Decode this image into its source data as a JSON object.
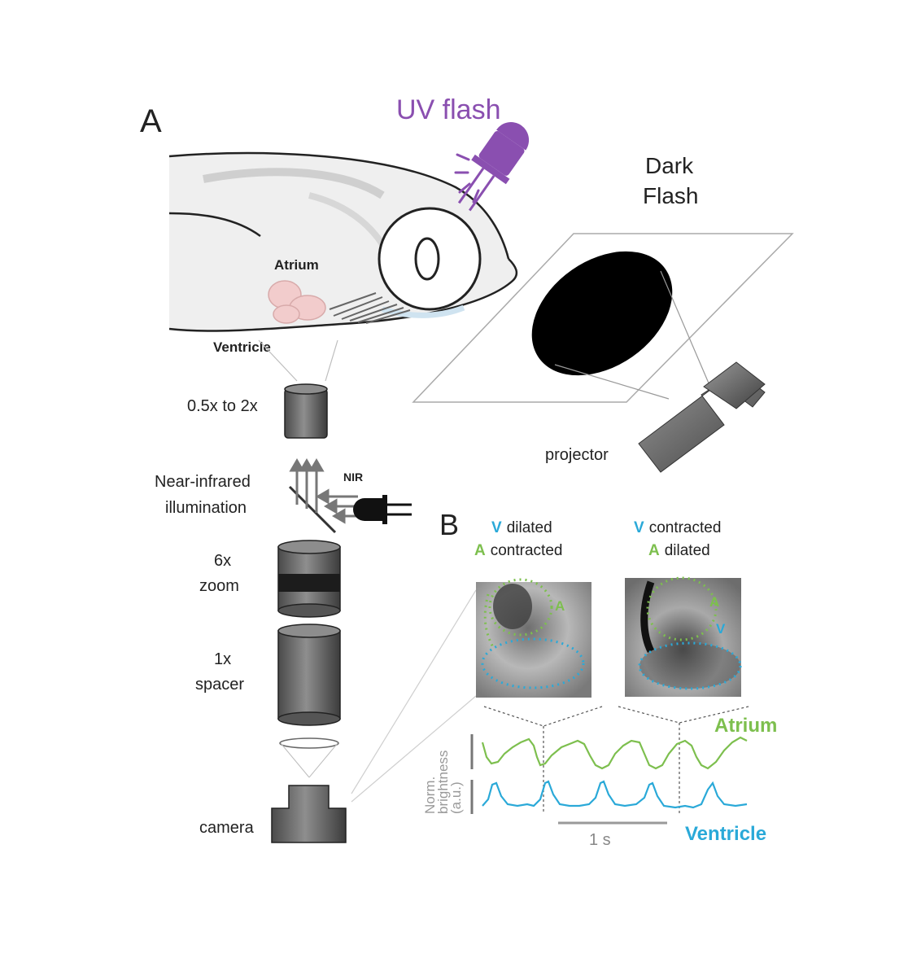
{
  "panel_a": {
    "label": "A",
    "uv_flash": "UV flash",
    "dark_flash_line1": "Dark",
    "dark_flash_line2": "Flash",
    "atrium": "Atrium",
    "ventricle": "Ventricle",
    "objective": "0.5x to 2x",
    "nir_line1": "Near-infrared",
    "nir_line2": "illumination",
    "nir_short": "NIR",
    "zoom_line1": "6x",
    "zoom_line2": "zoom",
    "spacer_line1": "1x",
    "spacer_line2": "spacer",
    "camera": "camera",
    "projector": "projector"
  },
  "panel_b": {
    "label": "B",
    "left_caption": {
      "v_letter": "V",
      "v_text": "dilated",
      "a_letter": "A",
      "a_text": "contracted"
    },
    "right_caption": {
      "v_letter": "V",
      "v_text": "contracted",
      "a_letter": "A",
      "a_text": "dilated"
    },
    "image_marker_a": "A",
    "image_marker_v": "V",
    "trace_atrium": "Atrium",
    "trace_ventricle": "Ventricle",
    "ylabel_line1": "Norm.",
    "ylabel_line2": "brightness",
    "ylabel_line3": "(a.u.)",
    "scalebar": "1 s"
  },
  "colors": {
    "uv": "#8a4fb0",
    "atrium_green": "#7dbf4e",
    "ventricle_blue": "#2aa9d8",
    "heart_pink": "#f2cccc",
    "gray_part": "#777777"
  }
}
